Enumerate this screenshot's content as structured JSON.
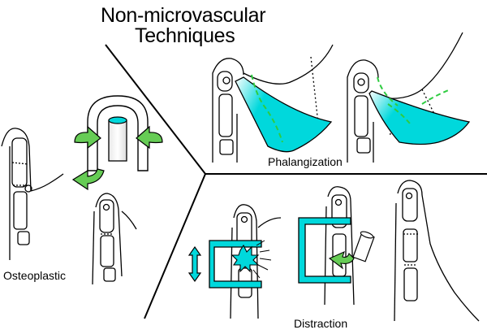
{
  "title": {
    "line1": "Non-microvascular",
    "line2": "Techniques"
  },
  "sections": {
    "phalangization": "Phalangization",
    "osteoplastic": "Osteoplastic",
    "distraction": "Distraction"
  },
  "colors": {
    "accent": "#00d8dc",
    "arrow_green": "#66cc55",
    "dash_green": "#2ecc40",
    "line": "#000000"
  },
  "icons": [
    "rotate-arrow-icon",
    "curved-arrow-icon",
    "double-arrow-icon",
    "fracture-burst-icon"
  ]
}
